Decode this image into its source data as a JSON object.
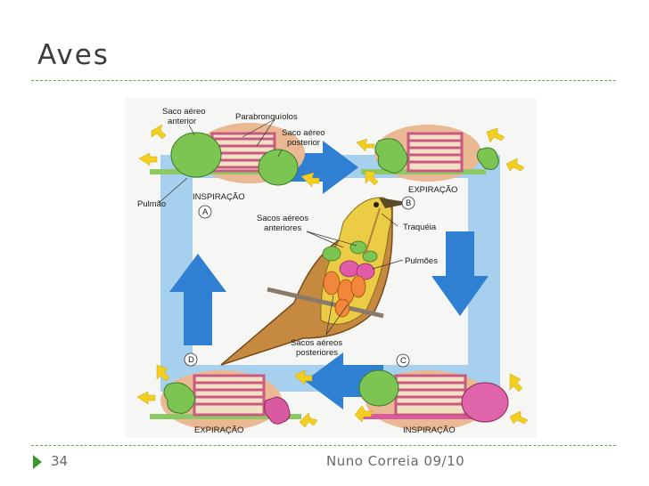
{
  "slide": {
    "title": "Aves",
    "number": "34",
    "footer": "Nuno Correia 09/10"
  },
  "figure": {
    "labels": {
      "saco_anterior_1": "Saco aéreo",
      "saco_anterior_2": "anterior",
      "parabronquiolos": "Parabronquíolos",
      "saco_posterior_1": "Saco aéreo",
      "saco_posterior_2": "posterior",
      "pulmao": "Pulmão",
      "inspiracao_a": "INSPIRAÇÃO",
      "letter_a": "A",
      "sacos_anteriores_1": "Sacos aéreos",
      "sacos_anteriores_2": "anteriores",
      "expiracao_b": "EXPIRAÇÃO",
      "letter_b": "B",
      "traqueia": "Traquéia",
      "pulmoes": "Pulmões",
      "sacos_posteriores_1": "Sacos aéreos",
      "sacos_posteriores_2": "posteriores",
      "letter_d": "D",
      "letter_c": "C",
      "expiracao_d": "EXPIRAÇÃO",
      "inspiracao_c": "INSPIRAÇÃO"
    },
    "colors": {
      "loop_blue": "#8ec3ea",
      "arrow_blue": "#2f7fd0",
      "lung_pink": "#d98aa0",
      "lung_tan": "#e8b891",
      "sac_green": "#7cc456",
      "sac_pink": "#d84f9a",
      "bird_yellow": "#e8c23c",
      "bird_brown": "#b47a3a",
      "air_yellow": "#f2cf1f"
    }
  }
}
